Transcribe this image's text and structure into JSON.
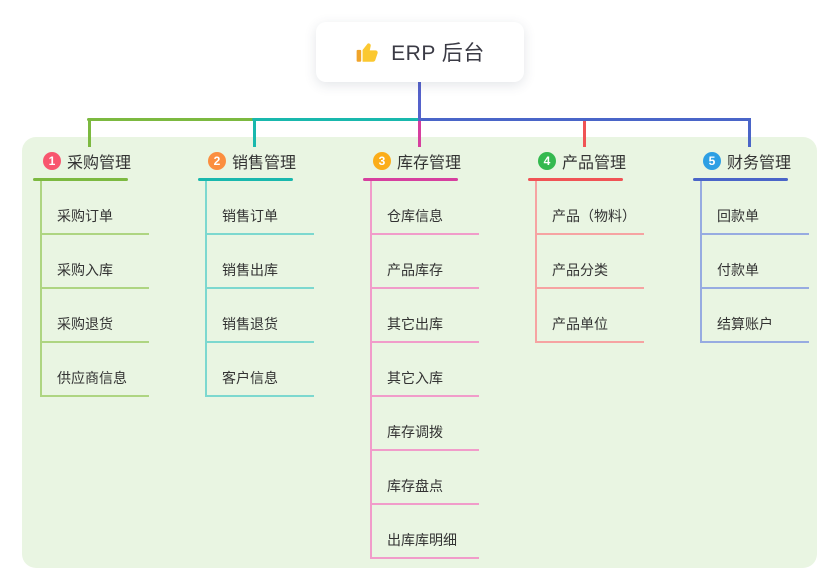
{
  "root": {
    "title": "ERP 后台",
    "icon": "thumbs-up"
  },
  "panel_bg": "#e9f5e2",
  "trunk_color": "#5562cb",
  "text_color": "#333333",
  "branches": [
    {
      "number": "1",
      "label": "采购管理",
      "badge_color": "#f8566e",
      "line_color": "#7cb940",
      "child_line_color": "#aed581",
      "children": [
        "采购订单",
        "采购入库",
        "采购退货",
        "供应商信息"
      ]
    },
    {
      "number": "2",
      "label": "销售管理",
      "badge_color": "#fb8e3f",
      "line_color": "#19b8ad",
      "child_line_color": "#7cd8cf",
      "children": [
        "销售订单",
        "销售出库",
        "销售退货",
        "客户信息"
      ]
    },
    {
      "number": "3",
      "label": "库存管理",
      "badge_color": "#fbad19",
      "line_color": "#d63f9f",
      "child_line_color": "#f19cca",
      "children": [
        "仓库信息",
        "产品库存",
        "其它出库",
        "其它入库",
        "库存调拨",
        "库存盘点",
        "出库库明细"
      ]
    },
    {
      "number": "4",
      "label": "产品管理",
      "badge_color": "#34b94f",
      "line_color": "#f05355",
      "child_line_color": "#f6a3a2",
      "children": [
        "产品（物料）",
        "产品分类",
        "产品单位"
      ]
    },
    {
      "number": "5",
      "label": "财务管理",
      "badge_color": "#2d9fe4",
      "line_color": "#4a65c8",
      "child_line_color": "#97abe1",
      "children": [
        "回款单",
        "付款单",
        "结算账户"
      ]
    }
  ]
}
